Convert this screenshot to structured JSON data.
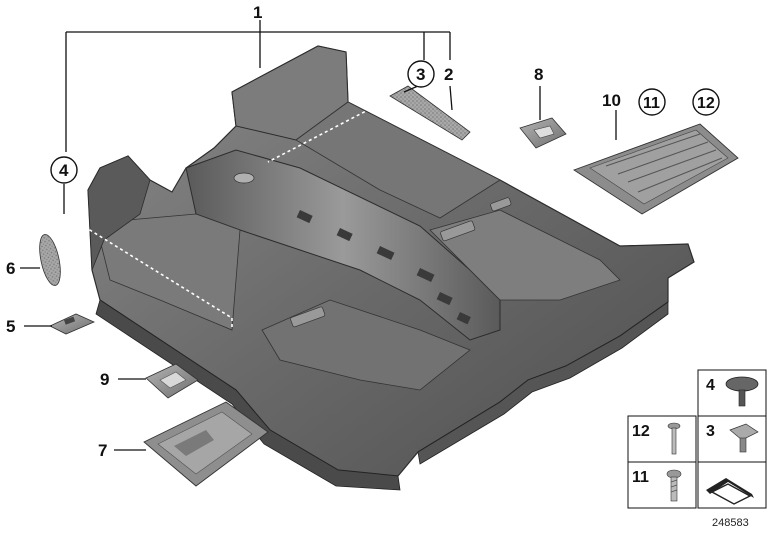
{
  "callouts": {
    "c1": "1",
    "c2": "2",
    "c3": "3",
    "c4": "4",
    "c5": "5",
    "c6": "6",
    "c7": "7",
    "c8": "8",
    "c9": "9",
    "c10": "10",
    "c11": "11",
    "c12": "12"
  },
  "legend": {
    "box_4": "4",
    "box_3": "3",
    "box_12": "12",
    "box_11": "11"
  },
  "document_number": "248583",
  "colors": {
    "carpet": "#6e6e6e",
    "carpet_dark": "#4a4a4a",
    "carpet_light": "#8c8c8c",
    "part_grey": "#9a9a9a",
    "line": "#111111"
  }
}
